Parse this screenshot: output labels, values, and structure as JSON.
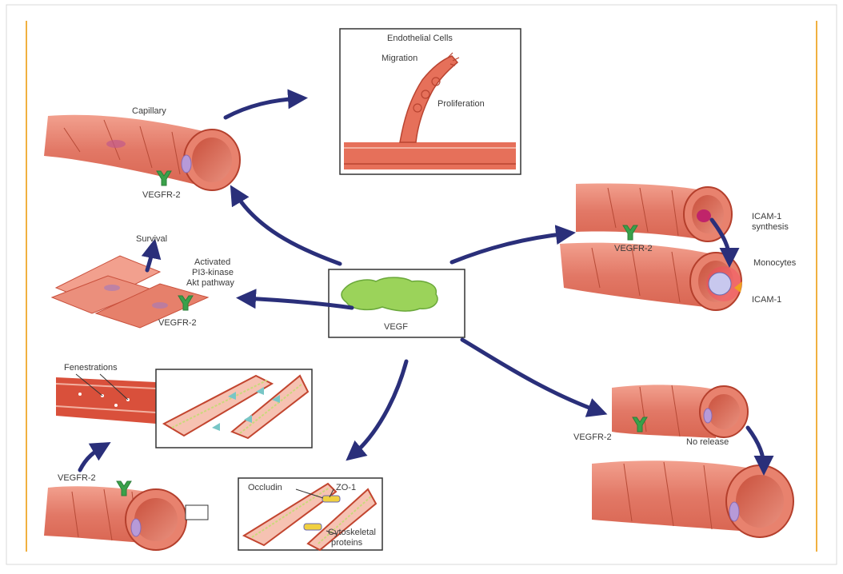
{
  "labels": {
    "endothelial_cells": "Endothelial Cells",
    "migration": "Migration",
    "proliferation": "Proliferation",
    "capillary": "Capillary",
    "vegfr2_capillary": "VEGFR-2",
    "survival": "Survival",
    "pi3k_line1": "Activated",
    "pi3k_line2": "PI3-kinase",
    "pi3k_line3": "Akt pathway",
    "vegfr2_survival": "VEGFR-2",
    "vegf": "VEGF",
    "icam_synthesis_line1": "ICAM-1",
    "icam_synthesis_line2": "synthesis",
    "vegfr2_icam": "VEGFR-2",
    "monocytes": "Monocytes",
    "icam1": "ICAM-1",
    "fenestrations": "Fenestrations",
    "vegfr2_fenestration": "VEGFR-2",
    "occludin": "Occludin",
    "zo1": "ZO-1",
    "cyto_line1": "Cytoskeletal",
    "cyto_line2": "proteins",
    "vegfr2_norelease": "VEGFR-2",
    "no_release": "No release"
  },
  "colors": {
    "frame_border": "#f0b040",
    "vessel_fill": "#e8826e",
    "vessel_dark": "#c2452f",
    "vessel_light": "#f6c2b2",
    "receptor": "#3aa14a",
    "vegf_blob": "#9bd35a",
    "arrow": "#2a2f7a",
    "junction": "#c9d97a",
    "triangle": "#78c6c6"
  },
  "icons": [
    "vegfr2-receptor-icon",
    "vegf-molecule-icon",
    "monocyte-icon",
    "arrow-icon"
  ]
}
